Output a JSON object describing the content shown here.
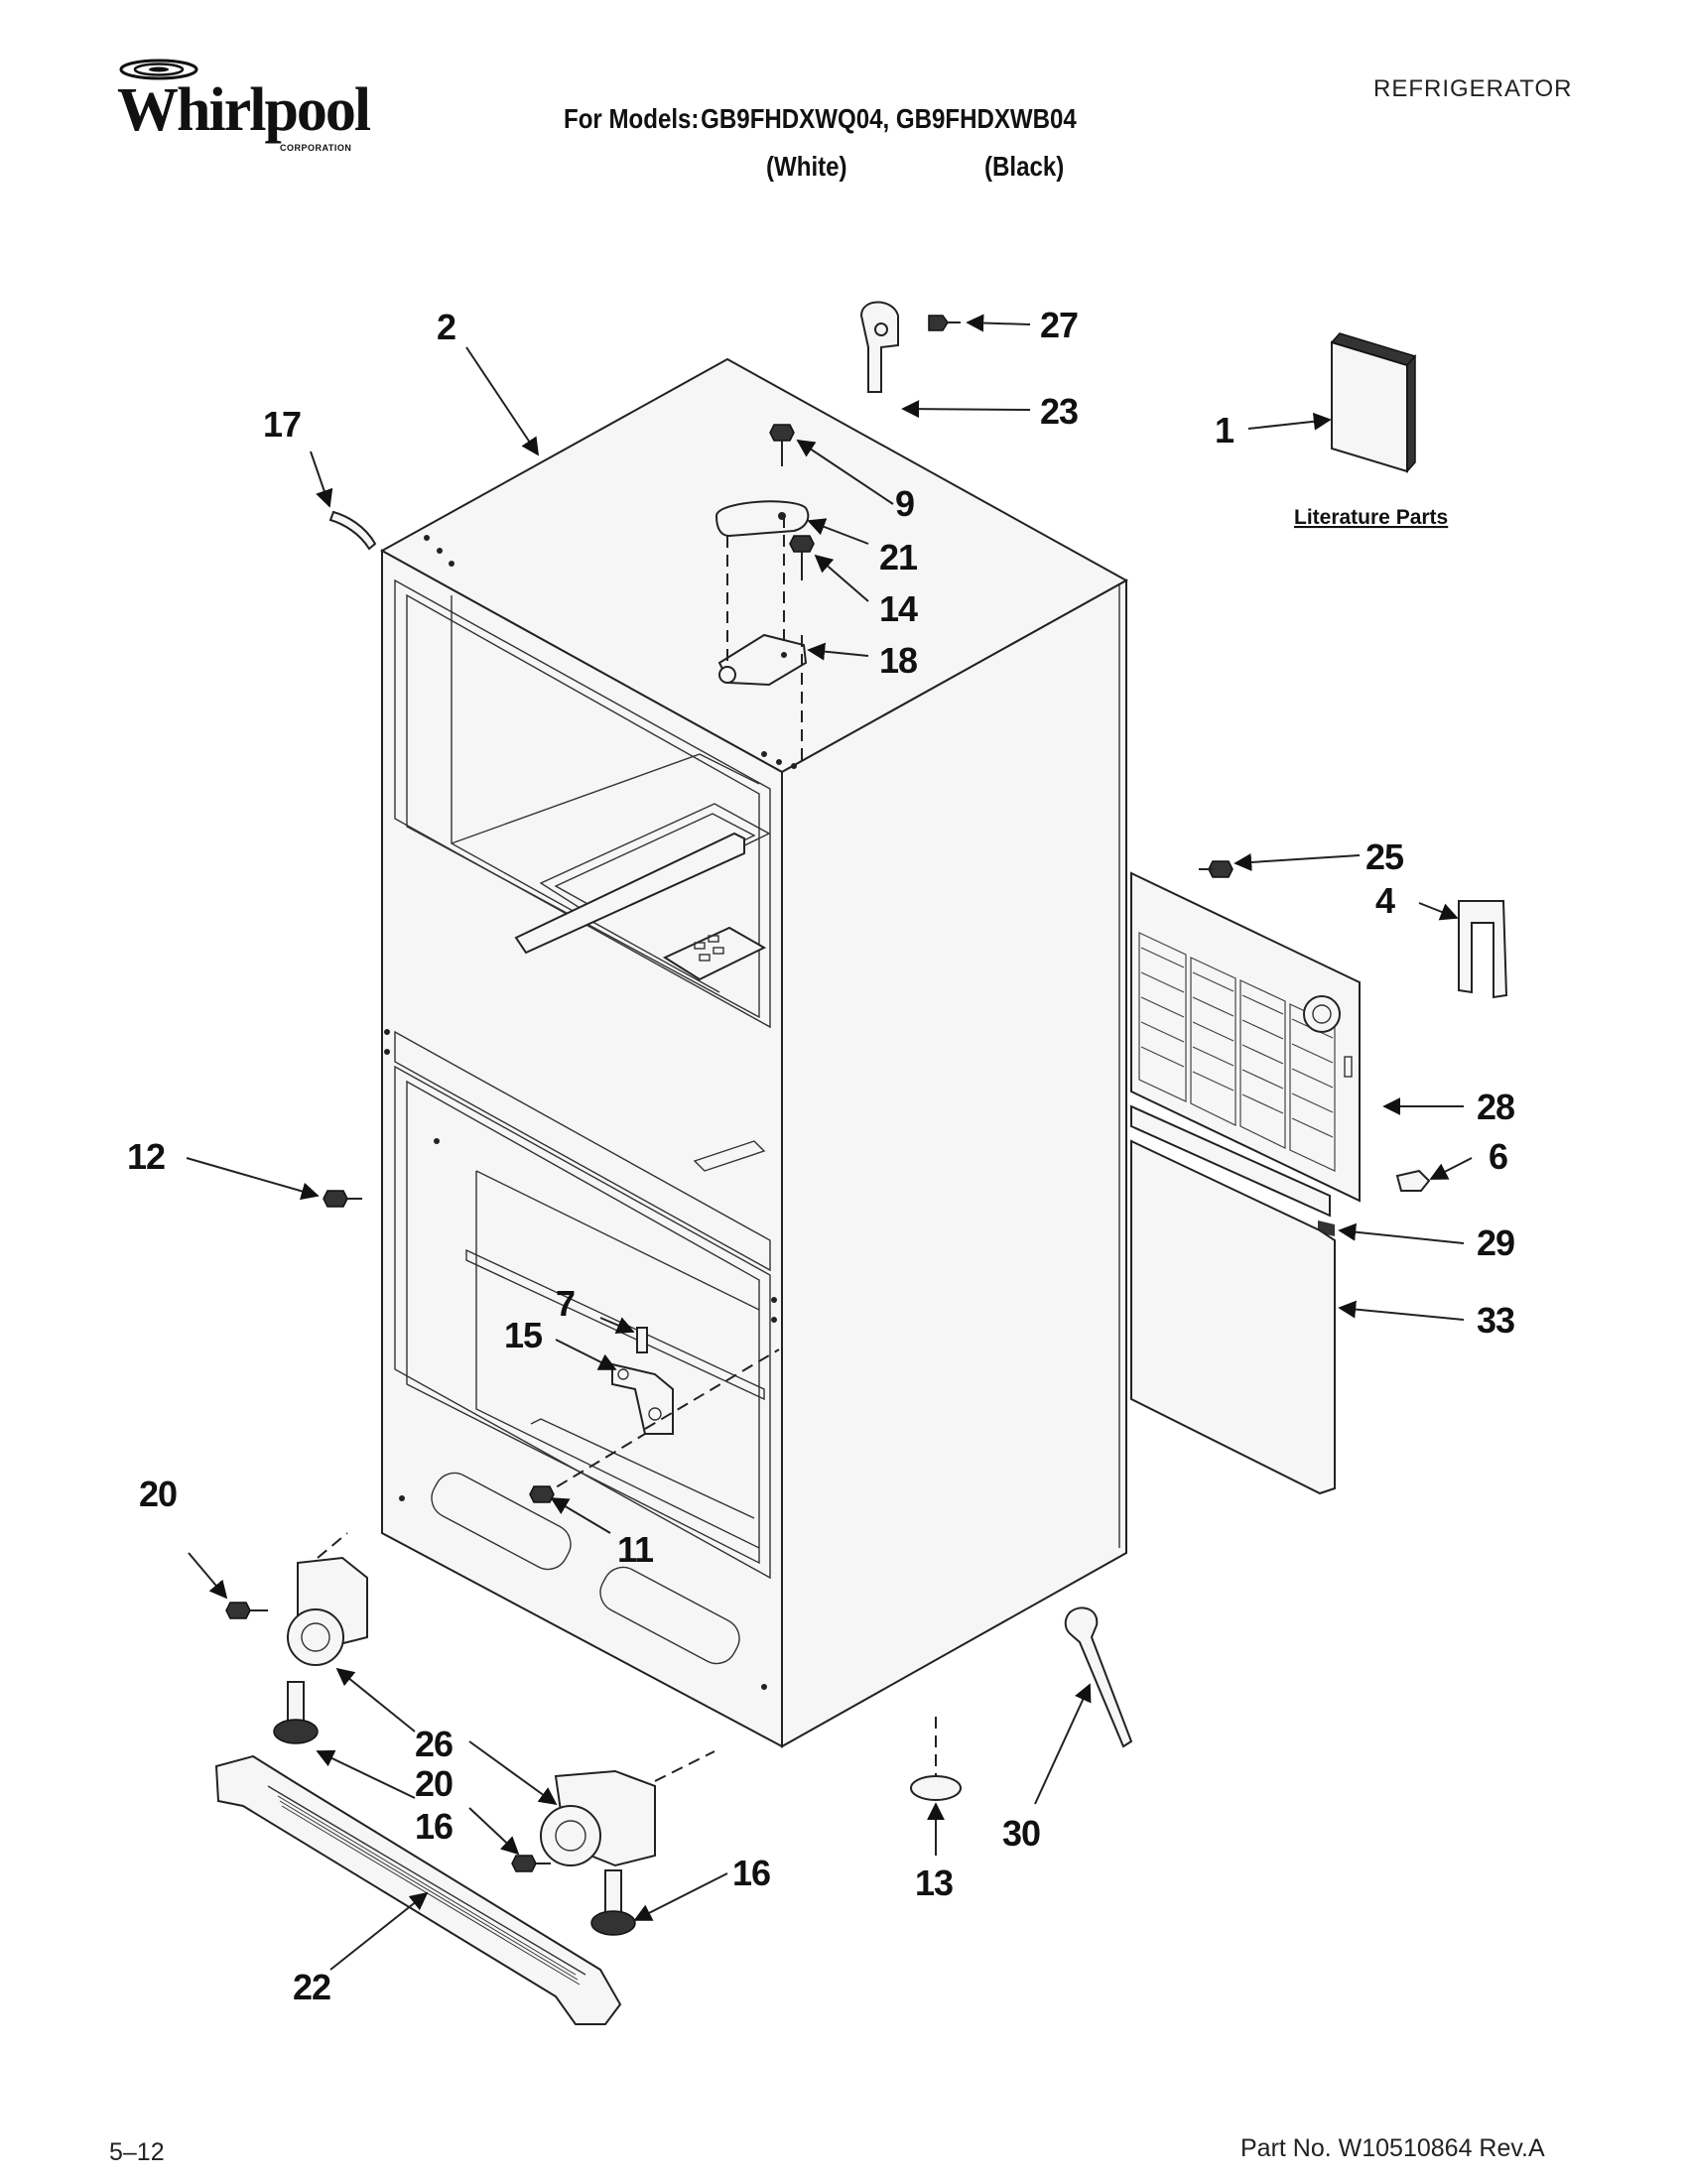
{
  "header": {
    "brand": "Whirlpool",
    "brand_sub": "CORPORATION",
    "appliance": "REFRIGERATOR",
    "models_label": "For Models:",
    "models": "GB9FHDXWQ04, GB9FHDXWB04",
    "variant_white": "(White)",
    "variant_black": "(Black)"
  },
  "diagram": {
    "literature_label": "Literature Parts",
    "callouts": {
      "c1": "1",
      "c2": "2",
      "c4": "4",
      "c6": "6",
      "c7": "7",
      "c9": "9",
      "c11": "11",
      "c12": "12",
      "c13": "13",
      "c14": "14",
      "c15": "15",
      "c16a": "16",
      "c16b": "16",
      "c17": "17",
      "c18": "18",
      "c20a": "20",
      "c20b": "20",
      "c21": "21",
      "c22": "22",
      "c23": "23",
      "c25": "25",
      "c26": "26",
      "c27": "27",
      "c28": "28",
      "c29": "29",
      "c30": "30",
      "c33": "33"
    }
  },
  "footer": {
    "page": "5–12",
    "part_number": "Part No. W10510864 Rev.A"
  }
}
